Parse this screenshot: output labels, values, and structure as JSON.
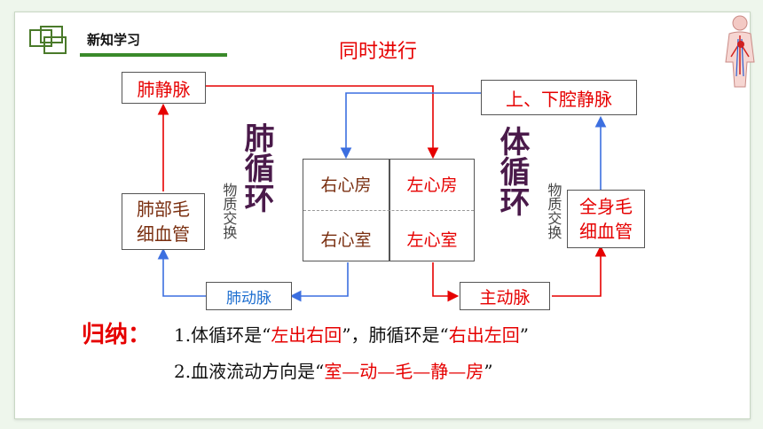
{
  "header": {
    "section_title": "新知学习"
  },
  "diagram": {
    "simultaneous_label": "同时进行",
    "pulmonary_vein": "肺静脉",
    "vena_cava": "上、下腔静脉",
    "pulmonary_circulation": "肺循环",
    "systemic_circulation": "体循环",
    "lung_capillaries_line1": "肺部毛",
    "lung_capillaries_line2": "细血管",
    "body_capillaries_line1": "全身毛",
    "body_capillaries_line2": "细血管",
    "exchange_left": "物质交换",
    "exchange_right": "物质交换",
    "heart": {
      "right_atrium": "右心房",
      "left_atrium": "左心房",
      "right_ventricle": "右心室",
      "left_ventricle": "左心室"
    },
    "pulmonary_artery": "肺动脉",
    "aorta": "主动脉"
  },
  "summary": {
    "title": "归纳：",
    "line1_prefix": "1.体循环是“",
    "line1_red1": "左出右回",
    "line1_mid": "”，肺循环是“",
    "line1_red2": "右出左回",
    "line1_suffix": "”",
    "line2_prefix": "2.血液流动方向是“",
    "line2_red": "室—动—毛—静—房",
    "line2_suffix": "”"
  },
  "colors": {
    "oxygenated": "#e60000",
    "deoxygenated": "#3c6fe0",
    "accent_green": "#3a8a2a",
    "label_brown": "#7a2f10"
  }
}
